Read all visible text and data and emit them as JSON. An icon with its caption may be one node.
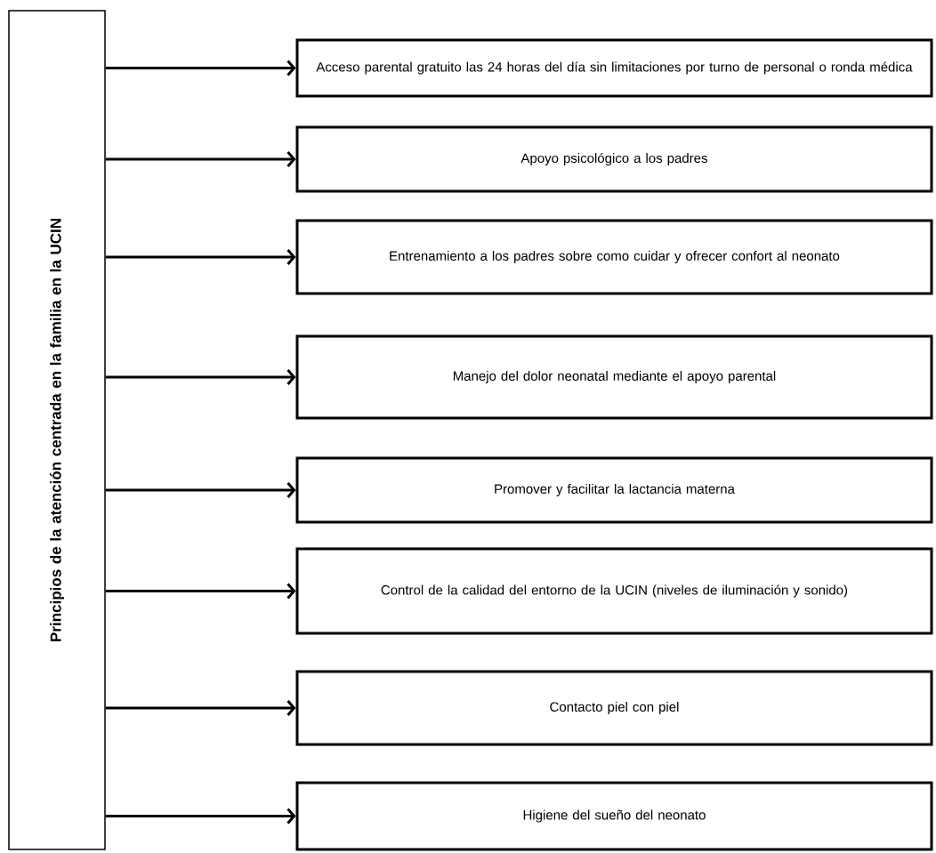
{
  "diagram": {
    "nodes": [
      {
        "text": [
          "Principios de la atención centrada en la familia en la UCIN"
        ]
      },
      {
        "text": [
          "Acceso parental gratuito las 24 horas del día sin limitaciones por turno de personal o ronda médica"
        ]
      },
      {
        "text": [
          "Apoyo psicológico a los padres"
        ]
      },
      {
        "text": [
          "Entrenamiento a los padres sobre como cuidar y ofrecer confort al neonato"
        ]
      },
      {
        "text": [
          "Manejo del dolor neonatal mediante el apoyo parental"
        ]
      },
      {
        "text": [
          "Promover y facilitar la lactancia materna"
        ]
      },
      {
        "text": [
          "Control de la calidad del entorno de la UCIN (niveles de iluminación y sonido)"
        ]
      },
      {
        "text": [
          "Contacto piel con piel"
        ]
      },
      {
        "text": [
          "Higiene del sueño del neonato"
        ]
      }
    ],
    "edges": [
      {
        "from": 0,
        "to": 1,
        "arrow": "to"
      },
      {
        "from": 0,
        "to": 2,
        "arrow": "to"
      },
      {
        "from": 0,
        "to": 3,
        "arrow": "to"
      },
      {
        "from": 0,
        "to": 4,
        "arrow": "to"
      },
      {
        "from": 0,
        "to": 5,
        "arrow": "to"
      },
      {
        "from": 0,
        "to": 6,
        "arrow": "to"
      },
      {
        "from": 0,
        "to": 7,
        "arrow": "to"
      },
      {
        "from": 0,
        "to": 8,
        "arrow": "to"
      }
    ]
  }
}
